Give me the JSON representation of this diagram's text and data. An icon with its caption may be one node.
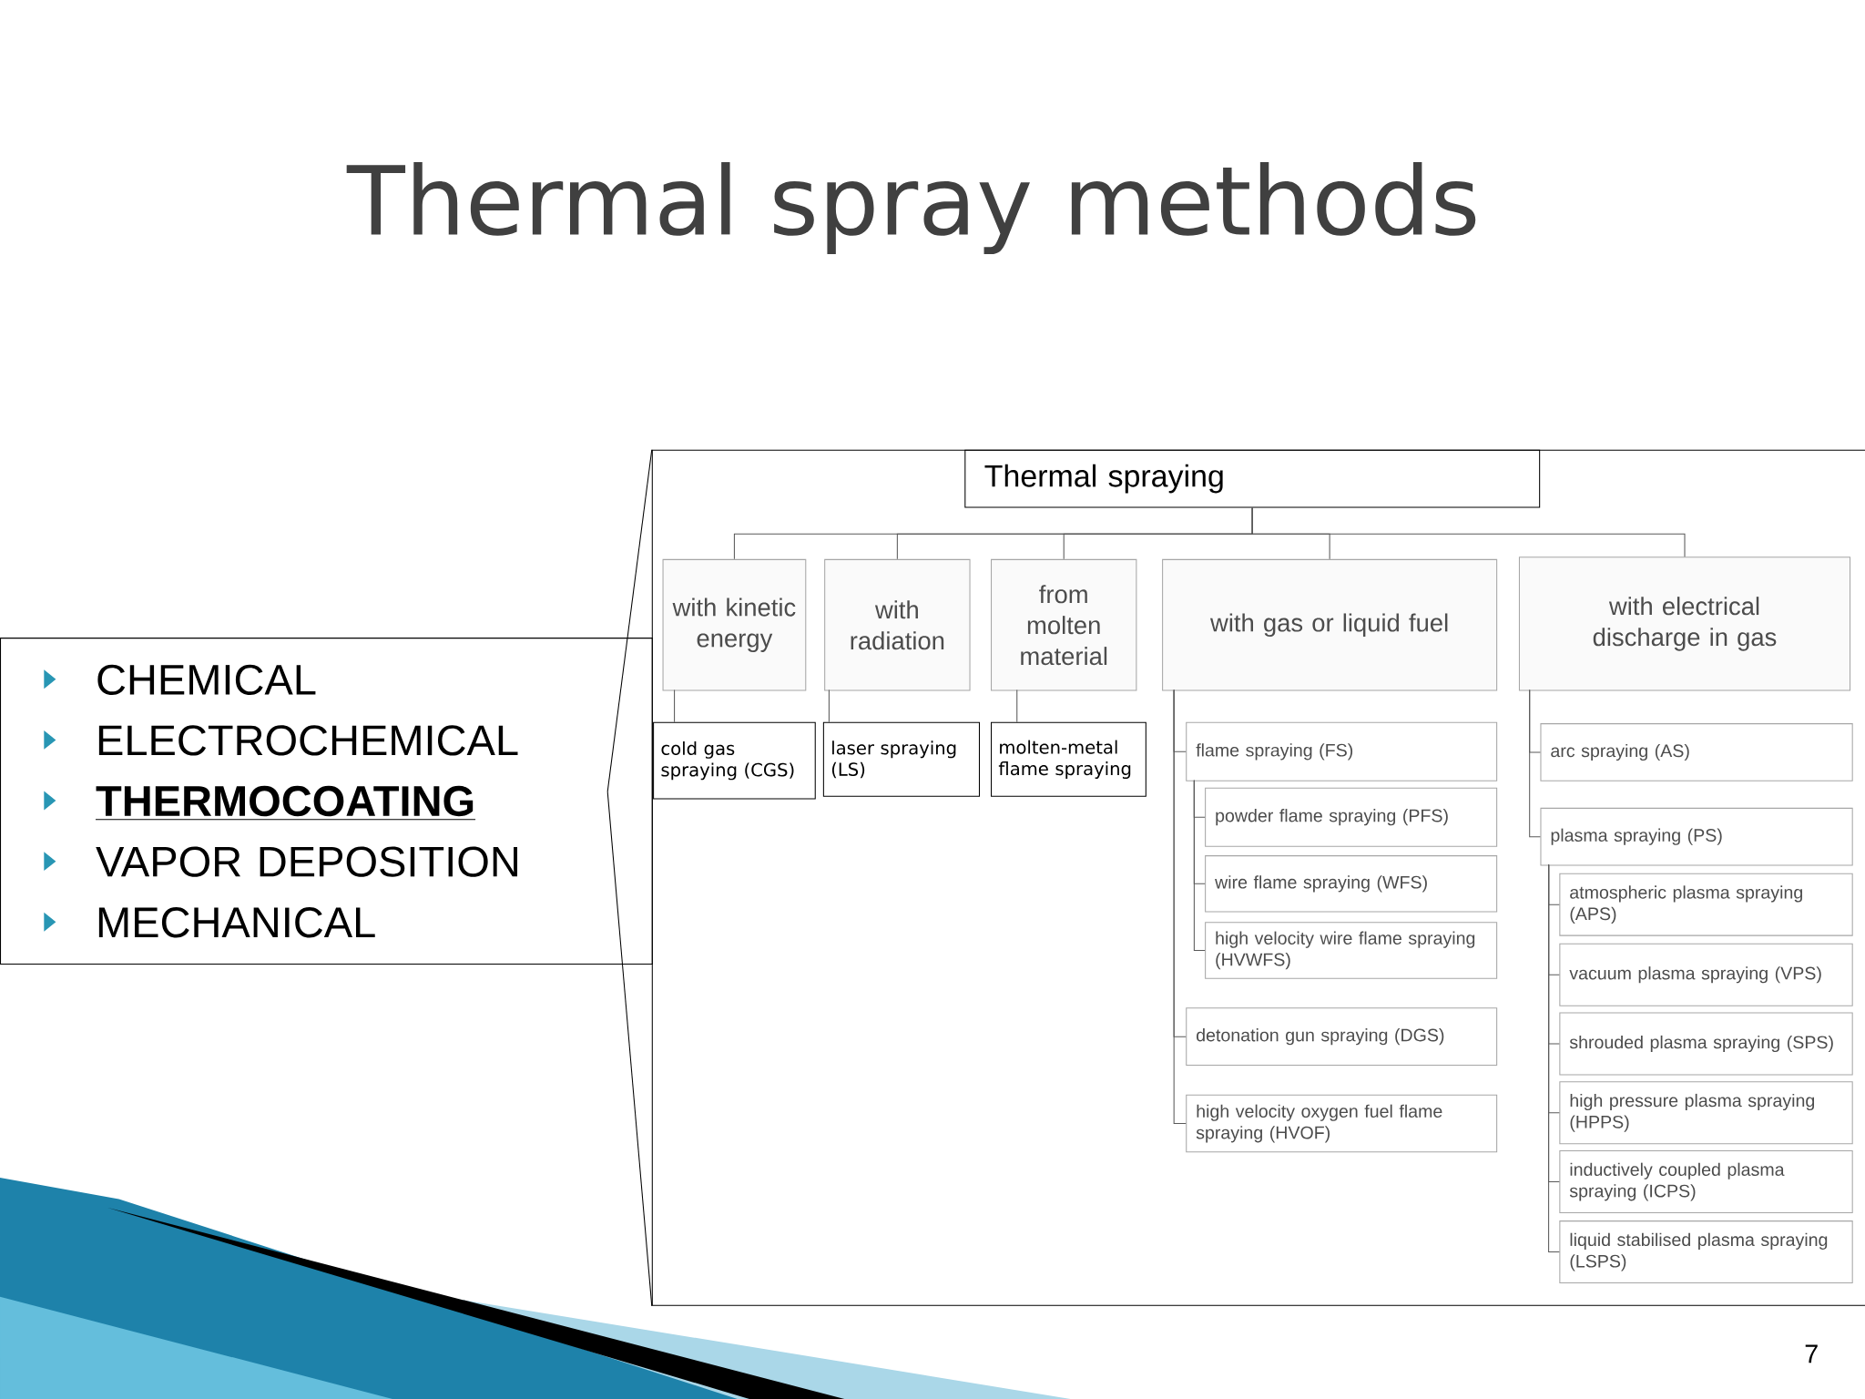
{
  "diagram": {
    "title": "Thermal spray methods",
    "nodes": [
      {
        "text": [
          "CHEMICAL",
          "ELECTROCHEMICAL",
          "THERMOCOATING",
          "VAPOR DEPOSITION",
          "MECHANICAL"
        ]
      },
      {
        "text": [],
        "shape": "box"
      },
      {
        "text": [
          "Thermal spraying"
        ],
        "in": 1
      },
      {
        "text": [
          "with kinetic energy"
        ],
        "in": 1
      },
      {
        "text": [
          "with radiation"
        ],
        "in": 1
      },
      {
        "text": [
          "from molten material"
        ],
        "in": 1
      },
      {
        "text": [
          "with gas or liquid fuel"
        ],
        "in": 1
      },
      {
        "text": [
          "with electrical discharge in gas"
        ],
        "in": 1
      },
      {
        "text": [
          "cold gas spraying (CGS)"
        ],
        "in": 1
      },
      {
        "text": [
          "laser spraying (LS)"
        ],
        "in": 1
      },
      {
        "text": [
          "molten-metal flame spraying"
        ],
        "in": 1
      },
      {
        "text": [
          "flame spraying (FS)"
        ],
        "in": 1
      },
      {
        "text": [
          "powder flame spraying (PFS)"
        ],
        "in": 1
      },
      {
        "text": [
          "wire flame spraying (WFS)"
        ],
        "in": 1
      },
      {
        "text": [
          "high velocity wire flame spraying (HVWFS)"
        ],
        "in": 1
      },
      {
        "text": [
          "detonation gun spraying (DGS)"
        ],
        "in": 1
      },
      {
        "text": [
          "high velocity oxygen fuel flame spraying (HVOF)"
        ],
        "in": 1
      },
      {
        "text": [
          "arc spraying (AS)"
        ],
        "in": 1
      },
      {
        "text": [
          "plasma spraying (PS)"
        ],
        "in": 1
      },
      {
        "text": [
          "atmospheric plasma spraying (APS)"
        ],
        "in": 1
      },
      {
        "text": [
          "vacuum plasma spraying (VPS)"
        ],
        "in": 1
      },
      {
        "text": [
          "shrouded plasma spraying (SPS)"
        ],
        "in": 1
      },
      {
        "text": [
          "high pressure plasma spraying (HPPS)"
        ],
        "in": 1
      },
      {
        "text": [
          "inductively coupled plasma spraying (ICPS)"
        ],
        "in": 1
      },
      {
        "text": [
          "liquid stabilised plasma spraying (LSPS)"
        ],
        "in": 1
      }
    ],
    "edges": [
      {
        "from": 0,
        "to": 1,
        "arrow": "none"
      },
      {
        "from": 0,
        "to": 1,
        "arrow": "none"
      },
      {
        "from": 2,
        "to": 3,
        "arrow": "none"
      },
      {
        "from": 2,
        "to": 4,
        "arrow": "none"
      },
      {
        "from": 2,
        "to": 5,
        "arrow": "none"
      },
      {
        "from": 2,
        "to": 6,
        "arrow": "none"
      },
      {
        "from": 2,
        "to": 7,
        "arrow": "none"
      },
      {
        "from": 3,
        "to": 8,
        "arrow": "none"
      },
      {
        "from": 4,
        "to": 9,
        "arrow": "none"
      },
      {
        "from": 5,
        "to": 10,
        "arrow": "none"
      },
      {
        "from": 6,
        "to": 11,
        "arrow": "none"
      },
      {
        "from": 6,
        "to": 15,
        "arrow": "none"
      },
      {
        "from": 6,
        "to": 16,
        "arrow": "none"
      },
      {
        "from": 11,
        "to": 12,
        "arrow": "none"
      },
      {
        "from": 11,
        "to": 13,
        "arrow": "none"
      },
      {
        "from": 11,
        "to": 14,
        "arrow": "none"
      },
      {
        "from": 7,
        "to": 17,
        "arrow": "none"
      },
      {
        "from": 7,
        "to": 18,
        "arrow": "none"
      },
      {
        "from": 18,
        "to": 19,
        "arrow": "none"
      },
      {
        "from": 18,
        "to": 20,
        "arrow": "none"
      },
      {
        "from": 18,
        "to": 21,
        "arrow": "none"
      },
      {
        "from": 18,
        "to": 22,
        "arrow": "none"
      },
      {
        "from": 18,
        "to": 23,
        "arrow": "none"
      },
      {
        "from": 18,
        "to": 24,
        "arrow": "none"
      }
    ],
    "labels": [
      "7"
    ]
  }
}
